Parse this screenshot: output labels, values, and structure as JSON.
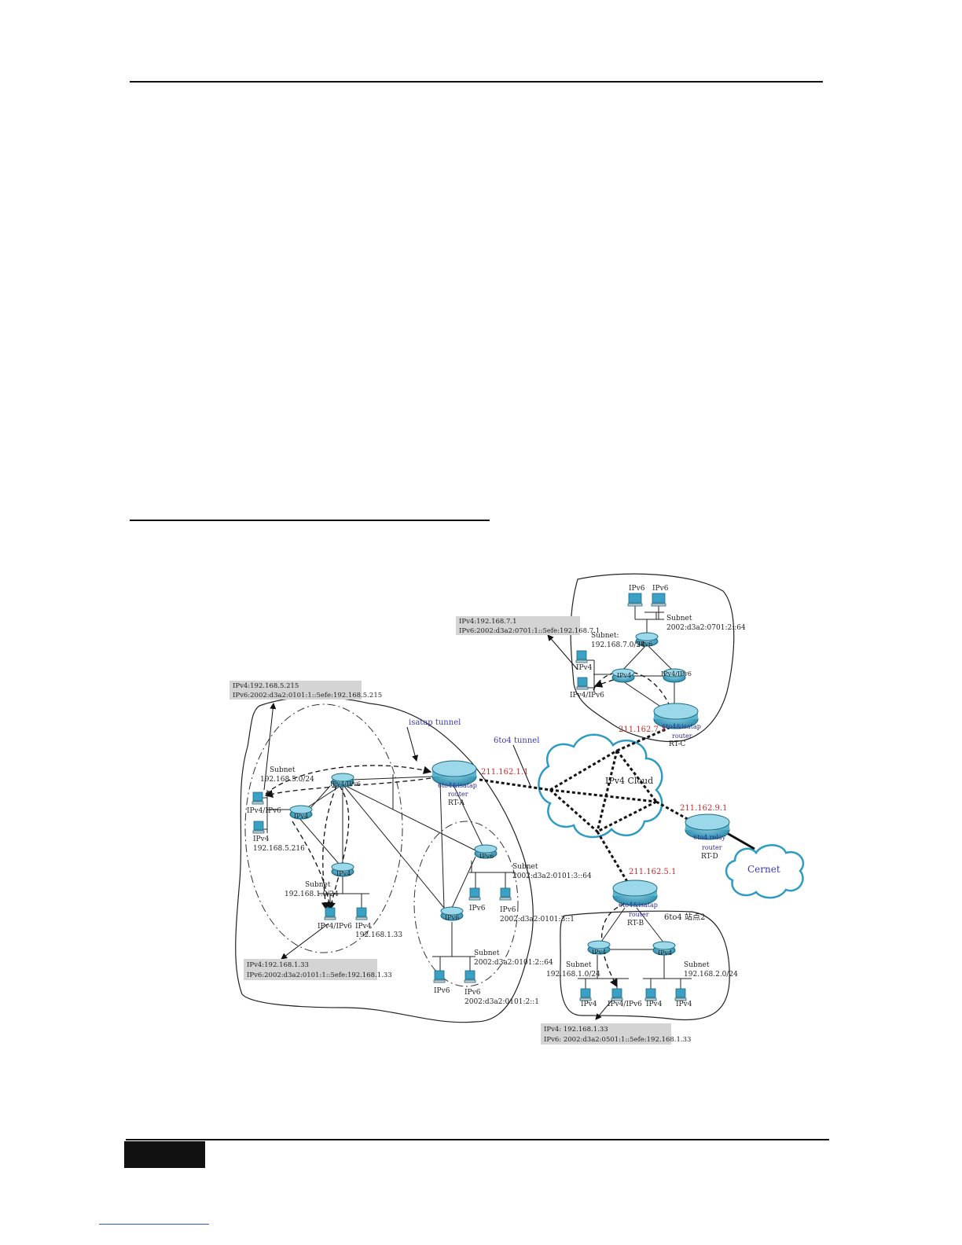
{
  "diagram": {
    "labels": {
      "isatap_tunnel": "isatap tunnel",
      "sixto4_tunnel": "6to4 tunnel",
      "ipv4_cloud": "IPv4 Cloud",
      "cernet": "Cernet",
      "site2": "6to4 站点2"
    },
    "addresses": {
      "rta": "211.162.1.1",
      "rtc": "211.162.7.1",
      "rtd": "211.162.9.1",
      "rtb": "211.162.5.1"
    },
    "routers": {
      "rta": {
        "top": "6to4&isatap",
        "mid": "router",
        "name": "RT-A"
      },
      "rtb": {
        "top": "6to4&isatap",
        "mid": "router",
        "name": "RT-B"
      },
      "rtc": {
        "top": "6to4&isatap",
        "mid": "router",
        "name": "RT-C"
      },
      "rtd": {
        "top": "6to4 relay",
        "mid": "router",
        "name": "RT-D"
      }
    },
    "info_boxes": {
      "c": {
        "l1": "IPv4:192.168.7.1",
        "l2": "IPv6:2002:d3a2:0701:1::5efe:192.168.7.1"
      },
      "a_top": {
        "l1": "IPv4:192.168.5.215",
        "l2": "IPv6:2002:d3a2:0101:1::5efe:192.168.5.215"
      },
      "a_bottom": {
        "l1": "IPv4:192.168.1.33",
        "l2": "IPv6:2002:d3a2:0101:1::5efe:192.168.1.33"
      },
      "b": {
        "l1": "IPv4: 192.168.1.33",
        "l2": "IPv6: 2002:d3a2:0501:1::5efe:192.168.1.33"
      }
    },
    "subnets": {
      "c_v6": {
        "l1": "Subnet",
        "l2": "2002:d3a2:0701:2::64"
      },
      "c_v4": {
        "l1": "Subnet:",
        "l2": "192.168.7.0/24"
      },
      "a_5": {
        "l1": "Subnet",
        "l2": "192.168.5.0/24"
      },
      "a_1": {
        "l1": "Subnet",
        "l2": "192.168.1.0/24"
      },
      "a_v6_3": {
        "l1": "Subnet",
        "l2": "2002:d3a2:0101:3::64"
      },
      "a_v6_2": {
        "l1": "Subnet",
        "l2": "2002:d3a2:0101:2::64"
      },
      "b_1": {
        "l1": "Subnet",
        "l2": "192.168.1.0/24"
      },
      "b_2": {
        "l1": "Subnet",
        "l2": "192.168.2.0/24"
      }
    },
    "hosts": {
      "c_v6_a": "IPv6",
      "c_v6_b": "IPv6",
      "c_v4": "IPv4",
      "c_dual": "IPv4/IPv6",
      "a5_dual": "IPv4/IPv6",
      "a5_v4": "IPv4",
      "a5_v4_addr": "192.168.5.216",
      "a1_dual": "IPv4/IPv6",
      "a1_v4": "IPv4",
      "a1_v4_addr": "192.168.1.33",
      "a3_v6a": "IPv6",
      "a3_v6b": "IPv6",
      "a3_v6b_addr": "2002:d3a2:0101:3::1",
      "a2_v6a": "IPv6",
      "a2_v6b": "IPv6",
      "a2_v6b_addr": "2002:d3a2:0101:2::1",
      "b_v4a": "IPv4",
      "b_dual": "IPv4/IPv6",
      "b_v4b": "IPv4",
      "b_v4c": "IPv4"
    },
    "inner_routers": {
      "c_v6": "IPv6",
      "c_v4": "IPv4",
      "c_dual": "IPv4/IPv6",
      "a_dual": "IPv4/IPv6",
      "a_v4": "IPv4",
      "a_v4b": "IPv4",
      "a_v6a": "IPv6",
      "a_v6b": "IPv6",
      "b_v4a": "IPv4",
      "b_v4b": "IPv4"
    }
  }
}
